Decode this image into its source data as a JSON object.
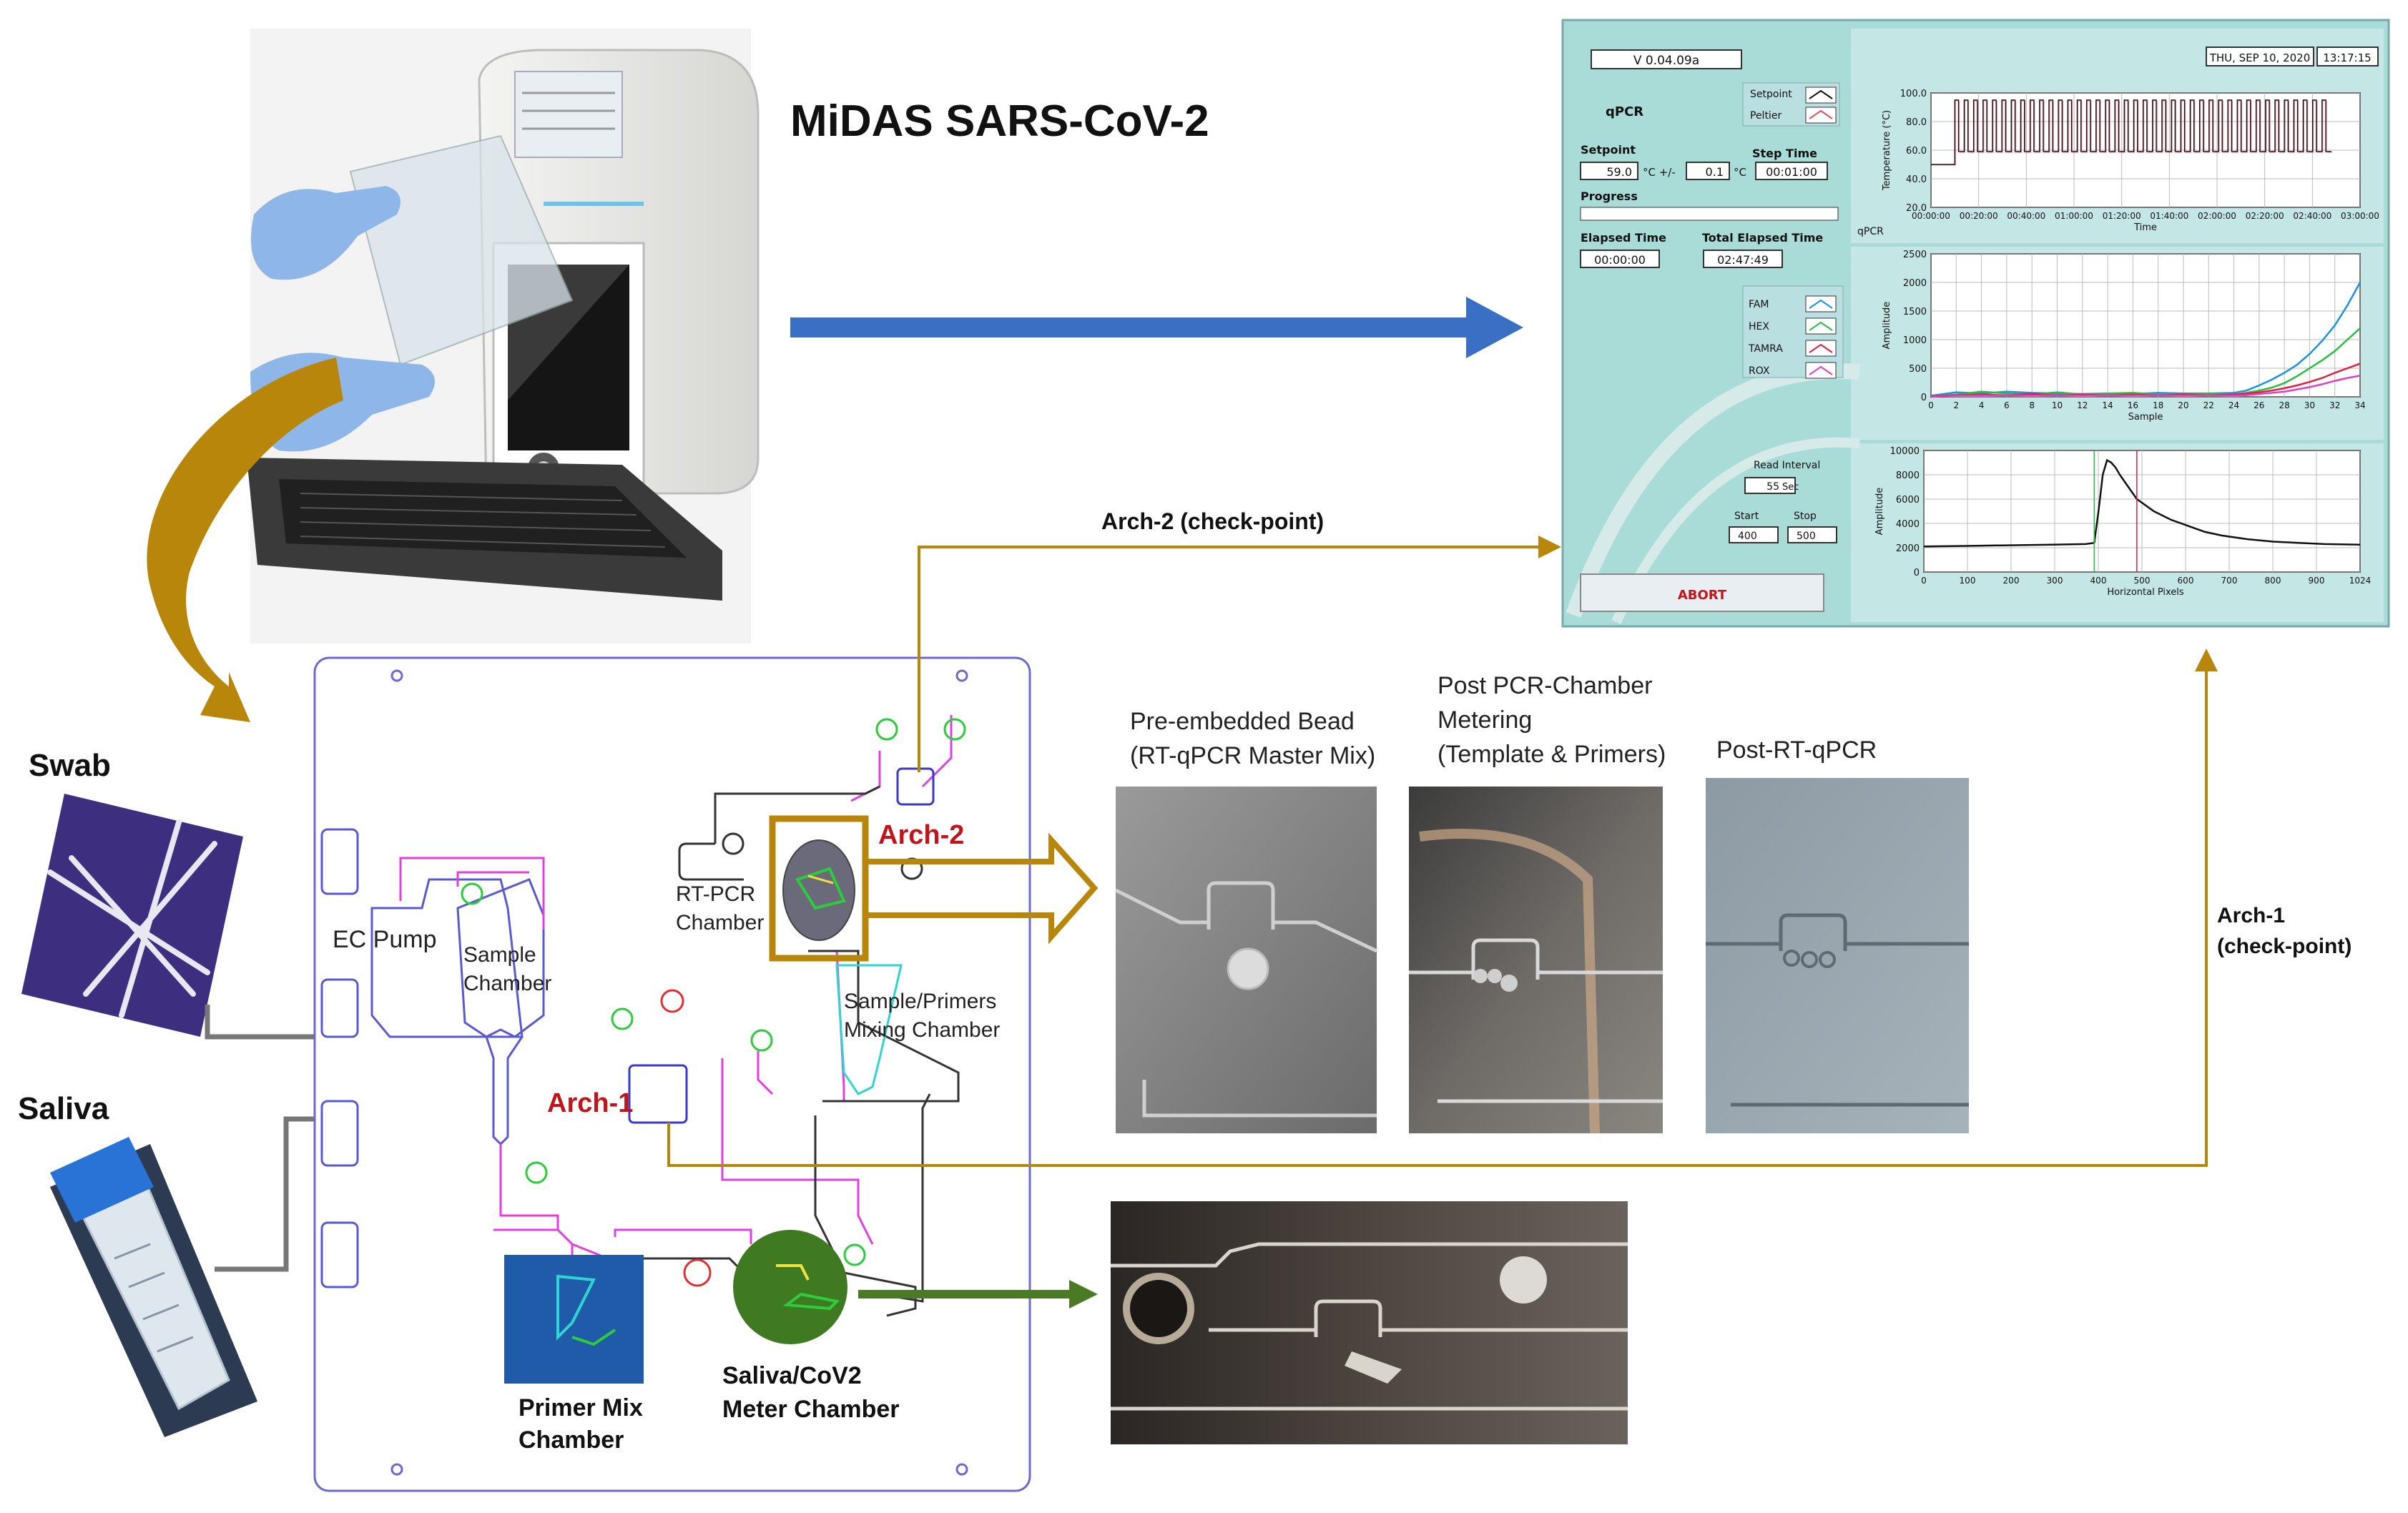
{
  "title": "MiDAS SARS-CoV-2",
  "inputs": {
    "swab": "Swab",
    "saliva": "Saliva"
  },
  "chip": {
    "ec_pump": "EC Pump",
    "sample_chamber": [
      "Sample",
      "Chamber"
    ],
    "rt_pcr_chamber": [
      "RT-PCR",
      "Chamber"
    ],
    "mixing_chamber": [
      "Sample/Primers",
      "Mixing Chamber"
    ],
    "arch1": "Arch-1",
    "arch2": "Arch-2",
    "primer_mix": [
      "Primer Mix",
      "Chamber"
    ],
    "meter_chamber": [
      "Saliva/CoV2",
      "Meter Chamber"
    ]
  },
  "arrows": {
    "arch2_checkpoint": "Arch-2 (check-point)",
    "arch1_checkpoint": [
      "Arch-1",
      "(check-point)"
    ]
  },
  "photos": {
    "pre_embedded": [
      "Pre-embedded Bead",
      "(RT-qPCR Master Mix)"
    ],
    "post_pcr": [
      "Post PCR-Chamber",
      "Metering",
      "(Template & Primers)"
    ],
    "post_rt": "Post-RT-qPCR"
  },
  "colors": {
    "arrow_gold": "#b8860b",
    "arrow_blue": "#3a6fc4",
    "arrow_green": "#4a7a23",
    "arch_red": "#c0151b",
    "gui_bg": "#a9dbd7",
    "primer_blue": "#1f5ba8",
    "meter_green": "#3f7a22"
  },
  "gui": {
    "version": "V 0.04.09a",
    "date": "THU, SEP 10, 2020",
    "time": "13:17:15",
    "mode": "qPCR",
    "setpoint_legend": "Setpoint",
    "peltier_legend": "Peltier",
    "setpoint_label": "Setpoint",
    "setpoint_value": "59.0",
    "unit_c_pm": "°C +/-",
    "tolerance_value": "0.1",
    "unit_c": "°C",
    "step_time_label": "Step Time",
    "step_time_value": "00:01:00",
    "progress_label": "Progress",
    "elapsed_label": "Elapsed Time",
    "elapsed_value": "00:00:00",
    "total_elapsed_label": "Total Elapsed Time",
    "total_elapsed_value": "02:47:49",
    "dyes": [
      "FAM",
      "HEX",
      "TAMRA",
      "ROX"
    ],
    "read_interval_label": "Read Interval",
    "read_interval_value": "55",
    "read_interval_unit": "Sec",
    "start_label": "Start",
    "start_value": "400",
    "stop_label": "Stop",
    "stop_value": "500",
    "abort_label": "ABORT",
    "qpcr_tag": "qPCR"
  },
  "chart_data": [
    {
      "type": "line",
      "ylabel": "Temperature (°C)",
      "xlabel": "Time",
      "ylim": [
        20,
        100
      ],
      "yticks": [
        "100.0",
        "80.0",
        "60.0",
        "40.0",
        "20.0"
      ],
      "xticks": [
        "00:00:00",
        "00:20:00",
        "00:40:00",
        "01:00:00",
        "01:20:00",
        "01:40:00",
        "02:00:00",
        "02:20:00",
        "02:40:00",
        "03:00:00"
      ],
      "xlim_minutes": [
        0,
        180
      ],
      "series": [
        {
          "name": "Setpoint",
          "cycles": 40,
          "start_minutes": 10,
          "end_minutes": 168,
          "low": 59,
          "high": 95,
          "initial": 50
        }
      ]
    },
    {
      "type": "line",
      "ylabel": "Amplitude",
      "xlabel": "Sample",
      "ylim": [
        0,
        2500
      ],
      "yticks": [
        "2500",
        "2000",
        "1500",
        "1000",
        "500",
        "0"
      ],
      "xticks": [
        "0",
        "2",
        "4",
        "6",
        "8",
        "10",
        "12",
        "14",
        "16",
        "18",
        "20",
        "22",
        "24",
        "26",
        "28",
        "30",
        "32",
        "34"
      ],
      "x": [
        0,
        2,
        4,
        6,
        8,
        10,
        12,
        14,
        16,
        18,
        20,
        22,
        24,
        25,
        26,
        27,
        28,
        29,
        30,
        31,
        32,
        33,
        34
      ],
      "series": [
        {
          "name": "FAM",
          "values": [
            20,
            80,
            60,
            90,
            70,
            60,
            50,
            60,
            50,
            70,
            60,
            60,
            70,
            110,
            200,
            300,
            420,
            560,
            750,
            980,
            1250,
            1600,
            2000
          ]
        },
        {
          "name": "HEX",
          "values": [
            10,
            40,
            90,
            60,
            40,
            80,
            40,
            60,
            70,
            40,
            50,
            60,
            40,
            70,
            110,
            160,
            240,
            360,
            500,
            640,
            800,
            1000,
            1200
          ]
        },
        {
          "name": "TAMRA",
          "values": [
            10,
            30,
            40,
            30,
            50,
            30,
            40,
            30,
            40,
            30,
            40,
            30,
            40,
            60,
            80,
            110,
            150,
            200,
            260,
            330,
            420,
            500,
            580
          ]
        },
        {
          "name": "ROX",
          "values": [
            0,
            20,
            20,
            30,
            20,
            30,
            20,
            30,
            20,
            30,
            20,
            30,
            20,
            30,
            50,
            70,
            90,
            130,
            170,
            220,
            280,
            330,
            370
          ]
        }
      ]
    },
    {
      "type": "line",
      "ylabel": "Amplitude",
      "xlabel": "Horizontal Pixels",
      "ylim": [
        0,
        10000
      ],
      "xlim": [
        0,
        1024
      ],
      "yticks": [
        "10000",
        "8000",
        "6000",
        "4000",
        "2000",
        "0"
      ],
      "xticks": [
        "0",
        "100",
        "200",
        "300",
        "400",
        "500",
        "600",
        "700",
        "800",
        "900",
        "1024"
      ],
      "series": [
        {
          "name": "profile",
          "x": [
            0,
            100,
            200,
            300,
            380,
            400,
            410,
            420,
            430,
            440,
            450,
            460,
            480,
            500,
            540,
            580,
            620,
            660,
            700,
            760,
            820,
            880,
            940,
            1024
          ],
          "values": [
            2100,
            2150,
            2200,
            2250,
            2300,
            2400,
            5000,
            8000,
            9200,
            9000,
            8600,
            8000,
            7000,
            6000,
            5000,
            4300,
            3800,
            3300,
            3000,
            2700,
            2500,
            2400,
            2300,
            2250
          ]
        },
        {
          "name": "start",
          "x": [
            400,
            400
          ],
          "values": [
            0,
            10000
          ]
        },
        {
          "name": "stop",
          "x": [
            500,
            500
          ],
          "values": [
            0,
            10000
          ]
        }
      ]
    }
  ]
}
